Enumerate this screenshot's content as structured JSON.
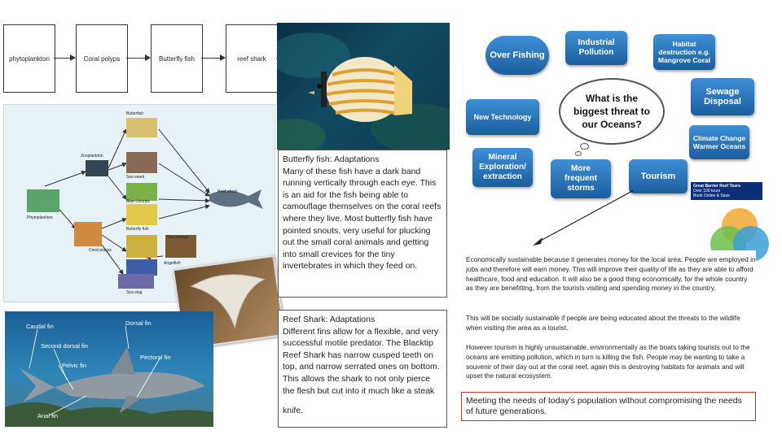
{
  "food_chain": {
    "items": [
      "phytoplankton",
      "Coral polyps",
      "Butterfly fish",
      "reef shark"
    ]
  },
  "food_web": {
    "labels": {
      "butterfly_fish": "Butterfish",
      "zooplankton": "Zooplankton",
      "sea_weed": "Sea weed",
      "blue_chromis": "Blue chromis",
      "reef_shark": "Reef shark",
      "phytoplankton": "Phytoplankton",
      "butterfly_fish2": "Butterfly fish",
      "coral_polyps": "Coral polyps",
      "sea_sponge": "Sea sponge",
      "angelfish": "Angelfish",
      "sea_slug": "Sea slug"
    }
  },
  "shark_labels": {
    "caudal": "Caudal fin",
    "second_dorsal": "Second dorsal fin",
    "pelvic": "Pelvic fin",
    "dorsal": "Dorsal fin",
    "pectoral": "Pectoral fin",
    "anal": "Anal fin"
  },
  "butterfly_text": {
    "title": "Butterfly fish: Adaptations",
    "body": "Many of these fish have a dark band running vertically through each eye. This is an aid for the fish being able to camouflage themselves on the coral reefs where they live. Most butterfly fish have pointed snouts, very useful for plucking out the small coral animals and getting into small crevices for the tiny invertebrates in which they feed on."
  },
  "shark_text": {
    "title": "Reef Shark: Adaptations",
    "body": "Different fins allow for a flexible, and very successful motile predator. The Blacktip Reef Shark has narrow cusped teeth on top, and narrow serrated ones on bottom. This allows the shark to not only pierce the flesh but cut into it much like a steak",
    "tail": "knife."
  },
  "threats": {
    "center": "What is the biggest threat to our Oceans?",
    "bubbles": {
      "over_fishing": "Over Fishing",
      "industrial": "Industrial Pollution",
      "habitat": "Habitat destruction e.g. Mangrove Coral",
      "new_tech": "New Technology",
      "sewage": "Sewage Disposal",
      "climate": "Climate Change Warmer Oceans",
      "mineral": "Mineral Exploration/ extraction",
      "storms": "More frequent storms",
      "tourism": "Tourism"
    }
  },
  "tour_banner": {
    "line1": "Great Barrier Reef Tours",
    "line2": "Over 100 tours",
    "line3": "Book Online & Save"
  },
  "sustainability": {
    "economic": "Economically sustainable because it generates money for the local area. People are employed in jobs and therefore will earn money. This will improve their quality of life as they are able to afford healthcare, food and education. It will also be a good thing economically, for the whole country as they are benefitting, from the tourists visiting and spending money in the country.",
    "social": "This will be socially sustainable if people are being educated about the threats to the wildlife when visiting the area as a tourist.",
    "environmental": "However tourism is highly unsustainable, environmentally as the boats taking tourists out to the oceans are emitting pollution, which in turn is killing the fish. People may be wanting to take a souvenir of their day out at the coral reef, again this is destroying habitats for animals and will upset the natural ecosystem.",
    "definition": "Meeting the needs of today's population without compromising the needs of future generations."
  },
  "colors": {
    "bubble": "#1f6fb2",
    "definition_border": "#c0392b"
  }
}
